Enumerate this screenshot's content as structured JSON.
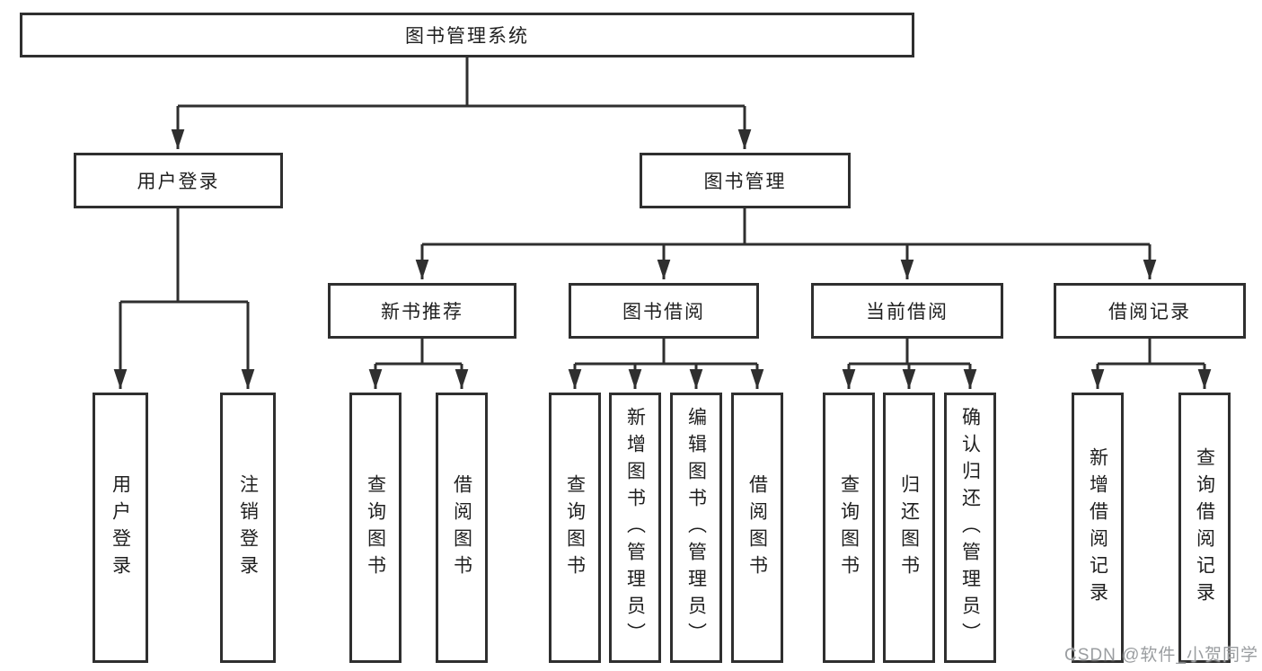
{
  "tree": {
    "root": "图书管理系统",
    "branches": [
      {
        "label": "用户登录",
        "leaves": [
          "用户登录",
          "注销登录"
        ]
      },
      {
        "label": "图书管理",
        "groups": [
          {
            "label": "新书推荐",
            "leaves": [
              "查询图书",
              "借阅图书"
            ]
          },
          {
            "label": "图书借阅",
            "leaves": [
              "查询图书",
              "新增图书（管理员）",
              "编辑图书（管理员）",
              "借阅图书"
            ]
          },
          {
            "label": "当前借阅",
            "leaves": [
              "查询图书",
              "归还图书",
              "确认归还（管理员）"
            ]
          },
          {
            "label": "借阅记录",
            "leaves": [
              "新增借阅记录",
              "查询借阅记录"
            ]
          }
        ]
      }
    ]
  },
  "watermark": {
    "text": "CSDN @软件_小贺同学"
  },
  "colors": {
    "line": "#2f2f2f",
    "box_border": "#2f2f2f",
    "text": "#1f1f1f",
    "watermark": "#9a9da0",
    "background": "#ffffff"
  }
}
